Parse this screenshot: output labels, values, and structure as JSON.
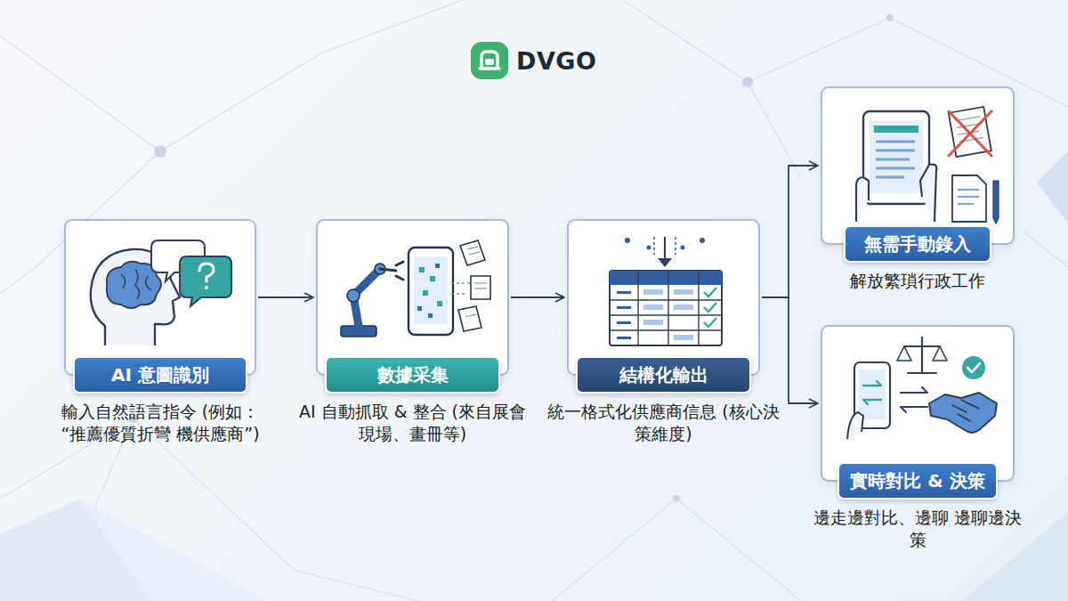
{
  "diagram": {
    "title": "DVGO",
    "nodes": [
      {
        "text": [
          "輸入自然語言指令 (例如：“推薦優質折彎 機供應商”)"
        ]
      },
      {
        "text": [
          "AI 意圖識別"
        ],
        "in": 0
      },
      {
        "text": [
          "AI 自動抓取 & 整合 (來自展會現場、畫冊等)"
        ]
      },
      {
        "text": [
          "數據采集"
        ],
        "in": 2
      },
      {
        "text": [
          "統一格式化供應商信息 (核心決策維度)"
        ]
      },
      {
        "text": [
          "結構化輸出"
        ],
        "in": 4
      },
      {
        "text": [
          "解放繁瑣行政工作"
        ]
      },
      {
        "text": [
          "無需手動錄入"
        ],
        "in": 6
      },
      {
        "text": [
          "邊走邊對比、邊聊 邊聊邊決策"
        ]
      },
      {
        "text": [
          "實時對比 & 決策"
        ],
        "in": 8
      }
    ],
    "edges": [
      {
        "from": 0,
        "to": 2,
        "arrow": "to"
      },
      {
        "from": 2,
        "to": 4,
        "arrow": "to"
      },
      {
        "from": 4,
        "to": 6,
        "arrow": "to"
      },
      {
        "from": 4,
        "to": 8,
        "arrow": "to"
      }
    ]
  }
}
